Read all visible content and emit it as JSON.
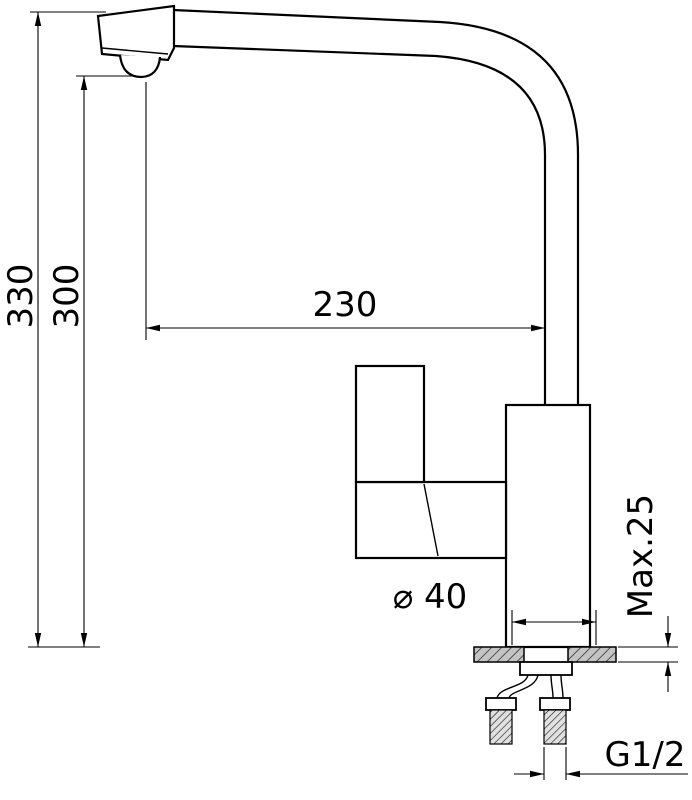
{
  "drawing": {
    "subject": "kitchen-faucet-dimension-drawing-side-view",
    "labels": {
      "height_total": "330",
      "height_spout": "300",
      "reach": "230",
      "base_diameter": "⌀ 40",
      "deck_thickness": "Max.25",
      "thread_size": "G1/2"
    },
    "colors": {
      "line": "#000000",
      "background": "#ffffff",
      "deck_fill": "#c4c4c4",
      "thread_fill": "#e0e0e0"
    }
  }
}
